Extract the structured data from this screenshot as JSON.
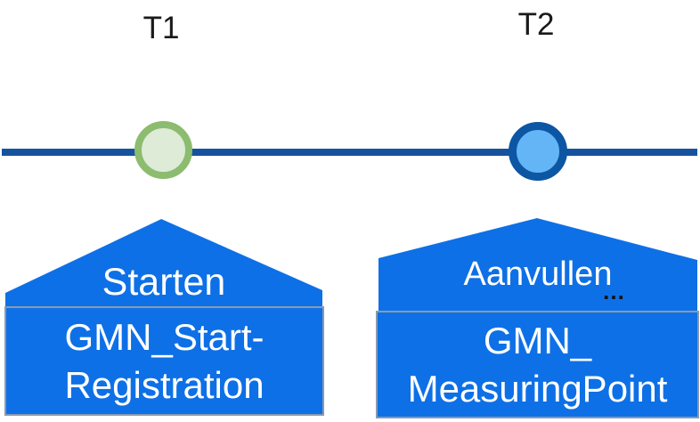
{
  "diagram": {
    "timeline": {
      "line_color": "#16539F",
      "points": [
        {
          "label": "T1",
          "ring_color": "#8CBC6F",
          "fill_color": "#DEEBD7"
        },
        {
          "label": "T2",
          "ring_color": "#0C56A4",
          "fill_color": "#63B5F6"
        }
      ]
    },
    "events": [
      {
        "action": "Starten",
        "entity_line1": "GMN_Start-",
        "entity_line2": "Registration"
      },
      {
        "action": "Aanvullen",
        "overflow_ellipsis": "…",
        "entity_line1": "GMN_",
        "entity_line2": "MeasuringPoint"
      }
    ],
    "colors": {
      "shape_fill": "#0E70E6",
      "shape_border": "#8A99AF",
      "shape_text": "#FFFFFF",
      "label_text": "#1A1A1A"
    }
  }
}
